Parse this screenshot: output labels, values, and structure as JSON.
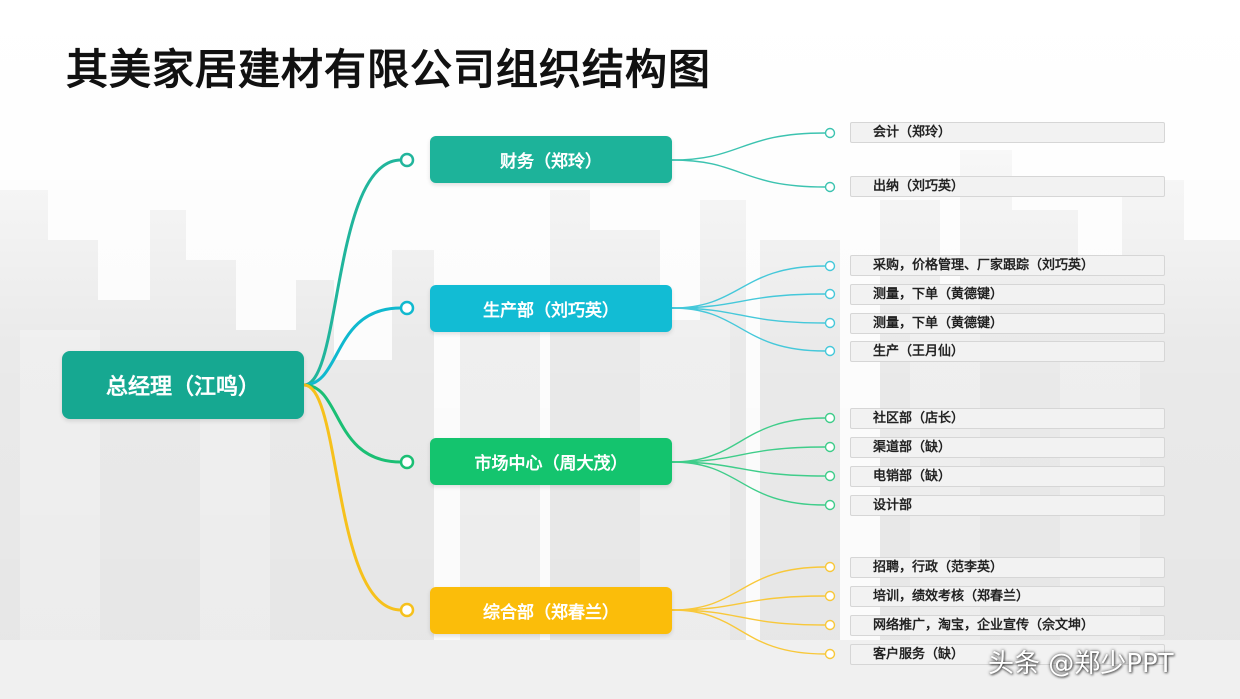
{
  "title": "其美家居建材有限公司组织结构图",
  "root": {
    "label": "总经理（江鸣）",
    "color": "#16a891"
  },
  "departments": [
    {
      "label": "财务（郑玲）",
      "color": "#1db39a",
      "line_color": "#21b59c",
      "leaf_line_color": "#3cc3b0",
      "items": [
        "会计（郑玲）",
        "出纳（刘巧英）"
      ]
    },
    {
      "label": "生产部（刘巧英）",
      "color": "#12bcd4",
      "line_color": "#10b9cf",
      "leaf_line_color": "#45c8da",
      "items": [
        "采购，价格管理、厂家跟踪（刘巧英）",
        "测量，下单（黄德键）",
        "测量，下单（黄德键）",
        "生产（王月仙）"
      ]
    },
    {
      "label": "市场中心（周大茂）",
      "color": "#14c46e",
      "line_color": "#1bbf74",
      "leaf_line_color": "#3fcd8a",
      "items": [
        "社区部（店长）",
        "渠道部（缺）",
        "电销部（缺）",
        "设计部"
      ]
    },
    {
      "label": "综合部（郑春兰）",
      "color": "#fbbd0a",
      "line_color": "#f6c11c",
      "leaf_line_color": "#f8c83a",
      "items": [
        "招聘，行政（范李英）",
        "培训，绩效考核（郑春兰）",
        "网络推广，淘宝，企业宣传（佘文坤）",
        "客户服务（缺）"
      ]
    }
  ],
  "watermark": "头条 @郑少PPT"
}
